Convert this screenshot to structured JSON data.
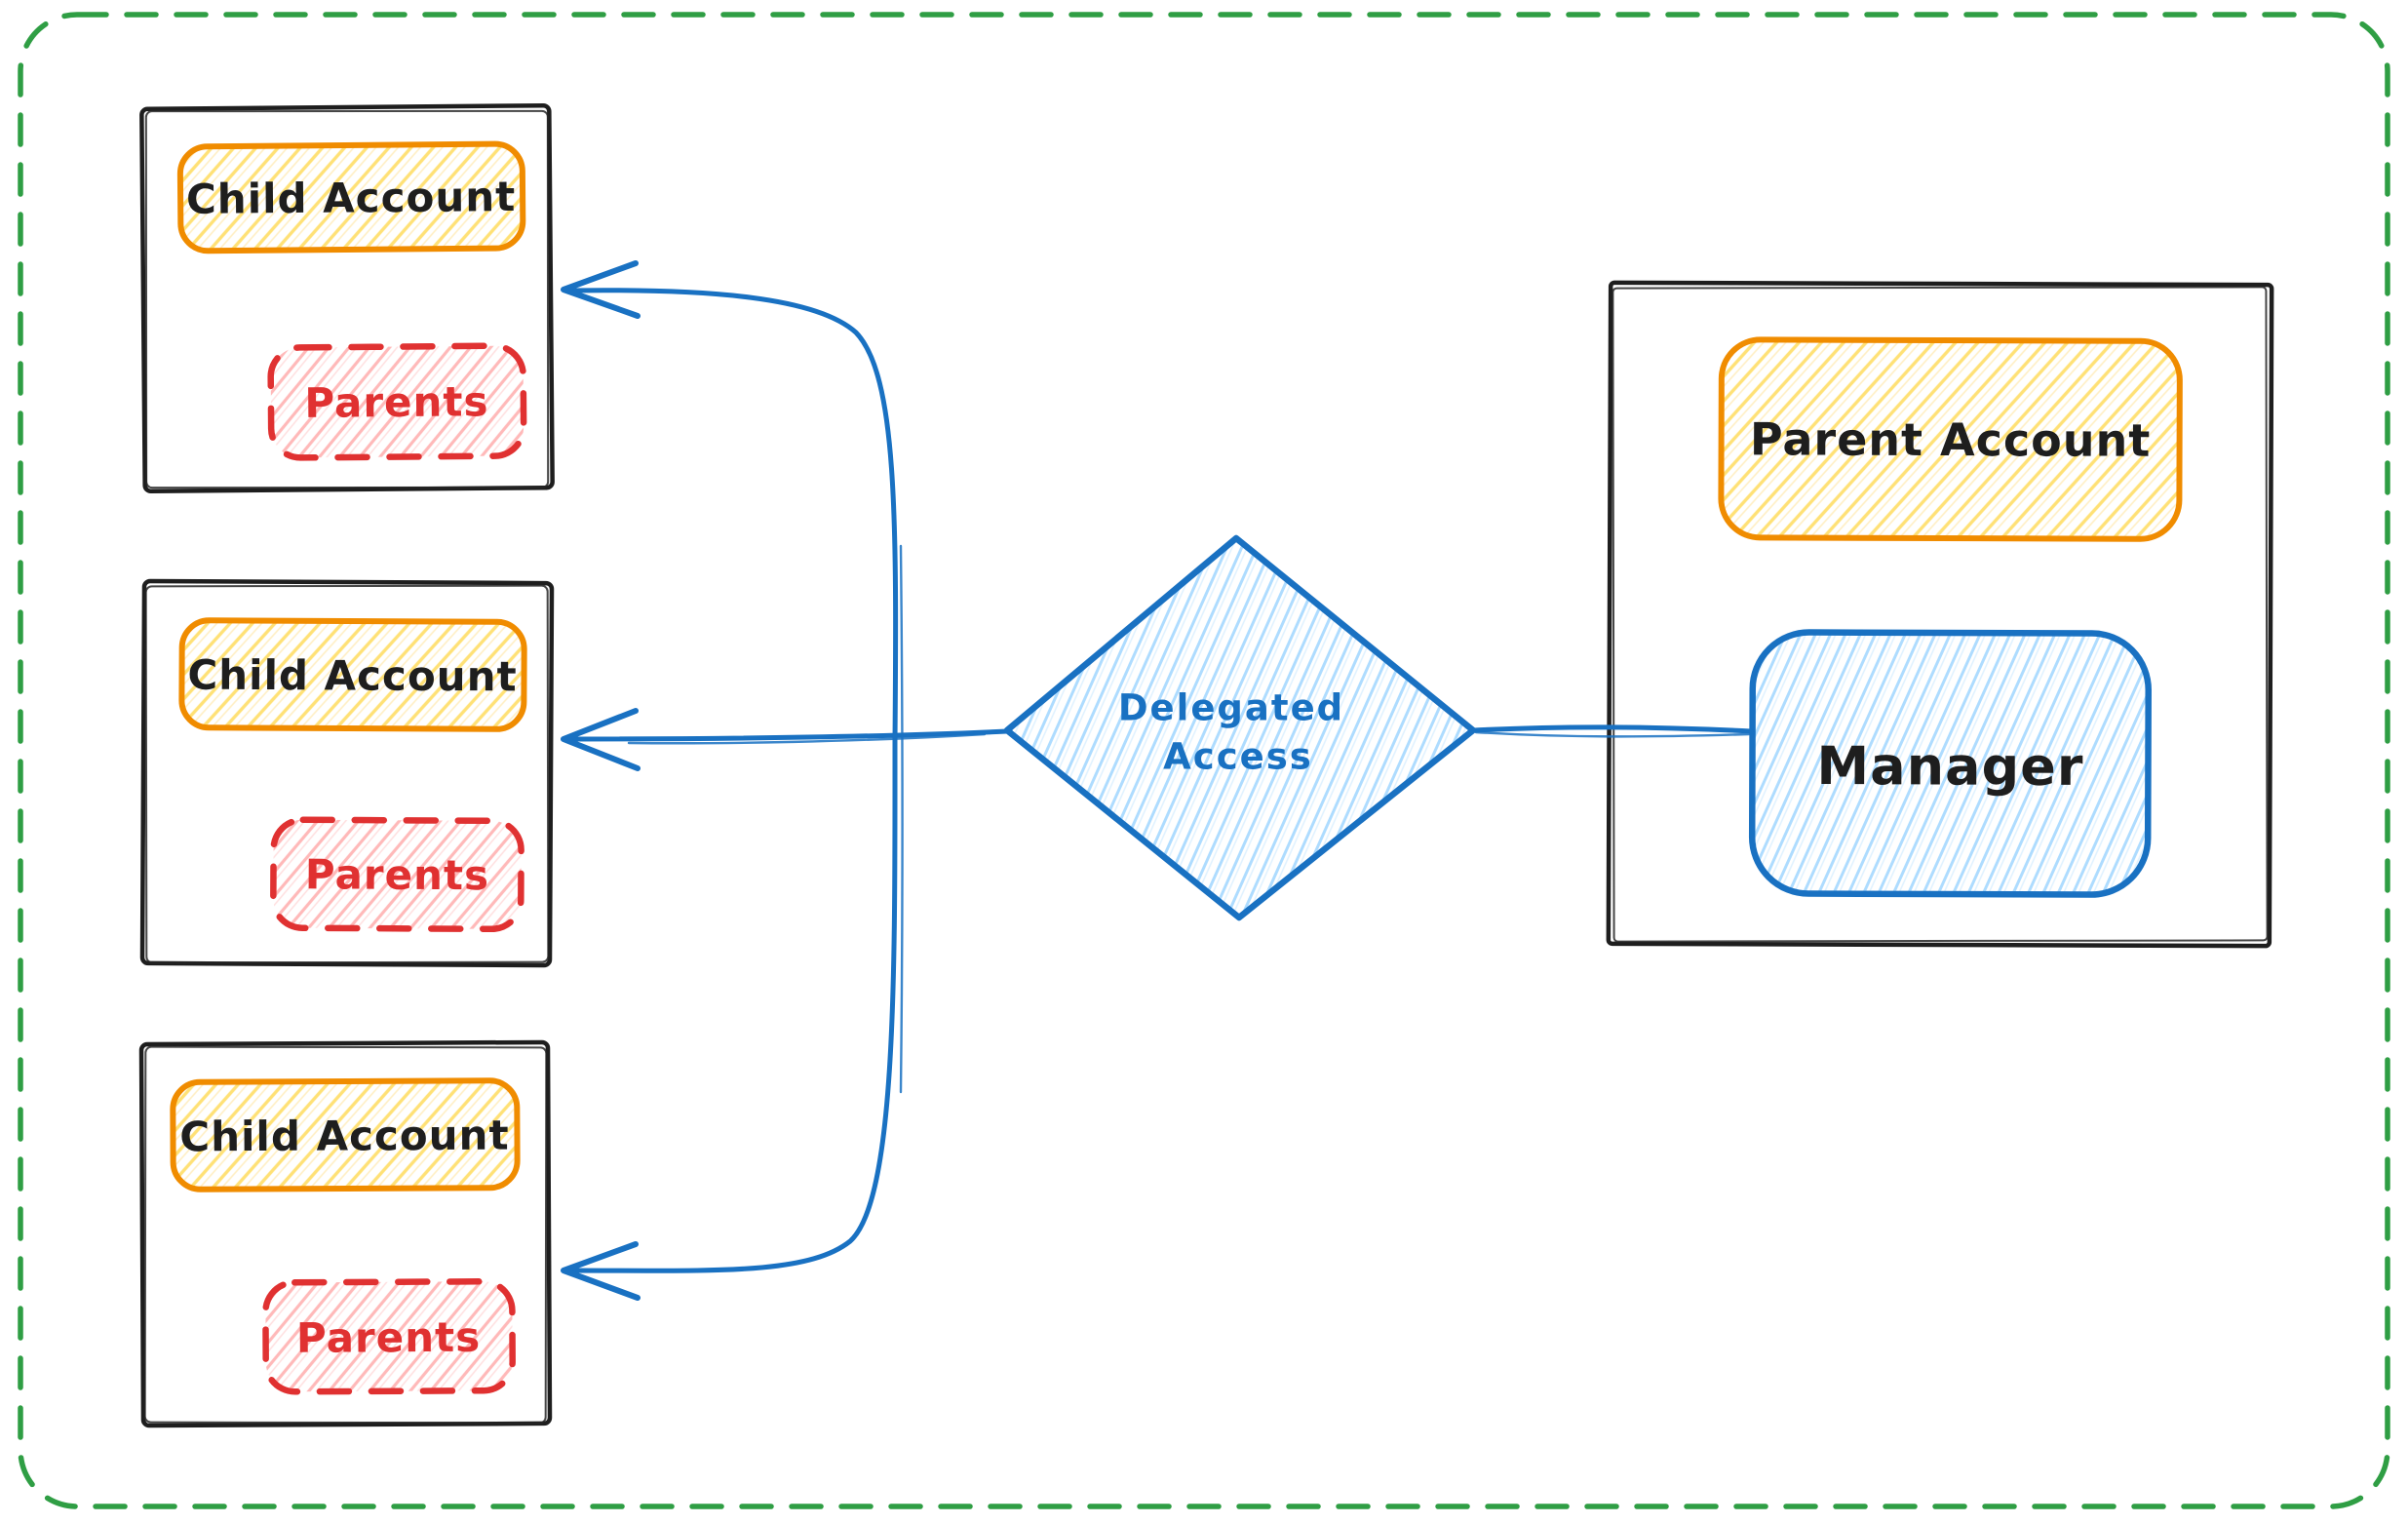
{
  "canvas": {
    "background": "#ffffff",
    "border_color": "#2f9e44",
    "border_style": "dashed-rounded"
  },
  "colors": {
    "ink": "#1e1e1e",
    "orange_stroke": "#f08c00",
    "yellow_hatch": "#ffd43b",
    "red_stroke": "#e03131",
    "red_hatch": "#ffa8a8",
    "blue_stroke": "#1971c2",
    "blue_hatch": "#a5d8ff",
    "green_border": "#2f9e44"
  },
  "nodes": {
    "children": [
      {
        "title": "Child Account",
        "badge": "Parents"
      },
      {
        "title": "Child Account",
        "badge": "Parents"
      },
      {
        "title": "Child Account",
        "badge": "Parents"
      }
    ],
    "parent": {
      "title": "Parent Account",
      "manager": "Manager"
    },
    "decision": {
      "line1": "Delegated",
      "line2": "Access"
    }
  },
  "edges": [
    {
      "from": "manager",
      "to": "delegated-access",
      "style": "plain-line"
    },
    {
      "from": "delegated-access",
      "to": "child-account-1",
      "style": "arrow"
    },
    {
      "from": "delegated-access",
      "to": "child-account-2",
      "style": "arrow"
    },
    {
      "from": "delegated-access",
      "to": "child-account-3",
      "style": "arrow"
    }
  ]
}
